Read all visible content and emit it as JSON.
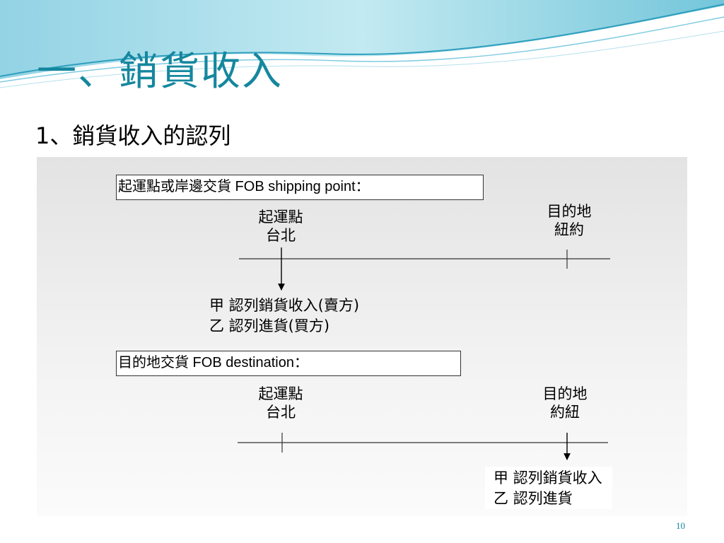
{
  "title": "一、銷貨收入",
  "subtitle": "1、銷貨收入的認列",
  "diagram": {
    "sections": [
      {
        "header": "起運點或岸邊交貨  FOB shipping point：",
        "origin": {
          "line1": "起運點",
          "line2": "台北"
        },
        "destination": {
          "line1": "目的地",
          "line2": "紐約"
        },
        "notes": [
          "甲 認列銷貨收入(賣方)",
          "乙 認列進貨(買方)"
        ]
      },
      {
        "header": "目的地交貨  FOB destination：",
        "origin": {
          "line1": "起運點",
          "line2": "台北"
        },
        "destination": {
          "line1": "目的地",
          "line2": "約紐"
        },
        "notes": [
          "甲 認列銷貨收入",
          "乙 認列進貨"
        ]
      }
    ]
  },
  "page_number": "10",
  "colors": {
    "title": "#15879e",
    "wave_light": "#9fd8e6",
    "wave_dark": "#3ca9c4"
  }
}
